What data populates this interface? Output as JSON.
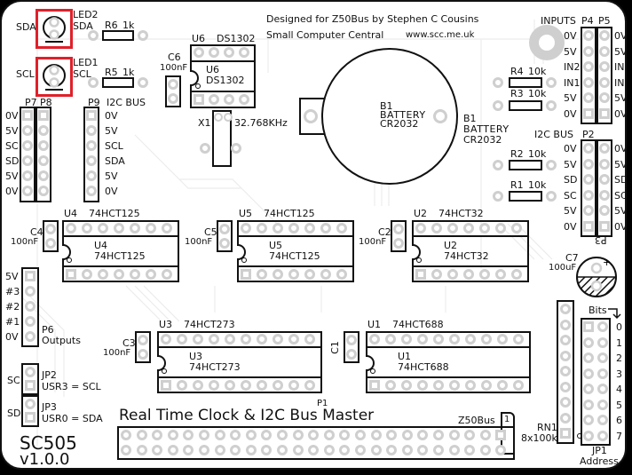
{
  "header": {
    "credit_line1": "Designed for Z50Bus by Stephen C Cousins",
    "credit_line2": "Small Computer Central",
    "website": "www.scc.me.uk"
  },
  "board": {
    "title": "Real Time Clock & I2C Bus Master",
    "model": "SC505",
    "version": "v1.0.0"
  },
  "leds": [
    {
      "ref": "LED2",
      "name": "SDA",
      "side_label": "SDA"
    },
    {
      "ref": "LED1",
      "name": "SCL",
      "side_label": "SCL"
    }
  ],
  "resistors": [
    {
      "ref": "R6",
      "value": "1k"
    },
    {
      "ref": "R5",
      "value": "1k"
    },
    {
      "ref": "R4",
      "value": "10k"
    },
    {
      "ref": "R3",
      "value": "10k"
    },
    {
      "ref": "R2",
      "value": "10k"
    },
    {
      "ref": "R1",
      "value": "10k"
    }
  ],
  "capacitors": [
    {
      "ref": "C6",
      "value": "100nF"
    },
    {
      "ref": "C4",
      "value": "100nF"
    },
    {
      "ref": "C5",
      "value": "100nF"
    },
    {
      "ref": "C2",
      "value": "100nF"
    },
    {
      "ref": "C3",
      "value": "100nF"
    },
    {
      "ref": "C1",
      "value": ""
    },
    {
      "ref": "C7",
      "value": "100uF"
    }
  ],
  "ics": [
    {
      "ref": "U6",
      "part": "DS1302"
    },
    {
      "ref": "U4",
      "part": "74HCT125"
    },
    {
      "ref": "U5",
      "part": "74HCT125"
    },
    {
      "ref": "U2",
      "part": "74HCT32"
    },
    {
      "ref": "U3",
      "part": "74HCT273"
    },
    {
      "ref": "U1",
      "part": "74HCT688"
    }
  ],
  "crystal": {
    "ref": "X1",
    "value": "32.768KHz"
  },
  "battery": {
    "ref": "B1",
    "name": "BATTERY",
    "type": "CR2032"
  },
  "headers": {
    "p7p8": {
      "title_a": "P7",
      "title_b": "P8",
      "pins": [
        "0V",
        "5V",
        "SC",
        "SD",
        "5V",
        "0V"
      ]
    },
    "p9": {
      "title": "P9",
      "subtitle": "I2C BUS",
      "pins": [
        "0V",
        "5V",
        "SCL",
        "SDA",
        "5V",
        "0V"
      ]
    },
    "p4p5": {
      "title": "INPUTS",
      "ref_a": "P4",
      "ref_b": "P5",
      "pins": [
        "0V",
        "5V",
        "IN2",
        "IN1",
        "5V",
        "0V"
      ]
    },
    "p2p3": {
      "title": "I2C BUS",
      "ref_a": "P2",
      "ref_b": "P3",
      "pins": [
        "0V",
        "5V",
        "SD",
        "SC",
        "5V",
        "0V"
      ]
    },
    "p6": {
      "ref": "P6",
      "subtitle": "Outputs",
      "pins": [
        "5V",
        "#3",
        "#2",
        "#1",
        "0V"
      ]
    }
  },
  "jumpers": [
    {
      "ref": "JP2",
      "side": "SC",
      "desc": "USR3 = SCL"
    },
    {
      "ref": "JP3",
      "side": "SD",
      "desc": "USR0 = SDA"
    }
  ],
  "address": {
    "ref": "JP1",
    "label": "Address",
    "bits_label": "Bits",
    "bits": [
      "0",
      "1",
      "2",
      "3",
      "4",
      "5",
      "6",
      "7"
    ]
  },
  "resistor_network": {
    "ref": "RN1",
    "value": "8x100k"
  },
  "bus_connector": {
    "ref": "P1",
    "name": "Z50Bus",
    "pin1": "1"
  },
  "colors": {
    "highlight": "#e0202a",
    "silk": "#111111",
    "pad": "#cfcfcf",
    "board": "#ffffff"
  }
}
